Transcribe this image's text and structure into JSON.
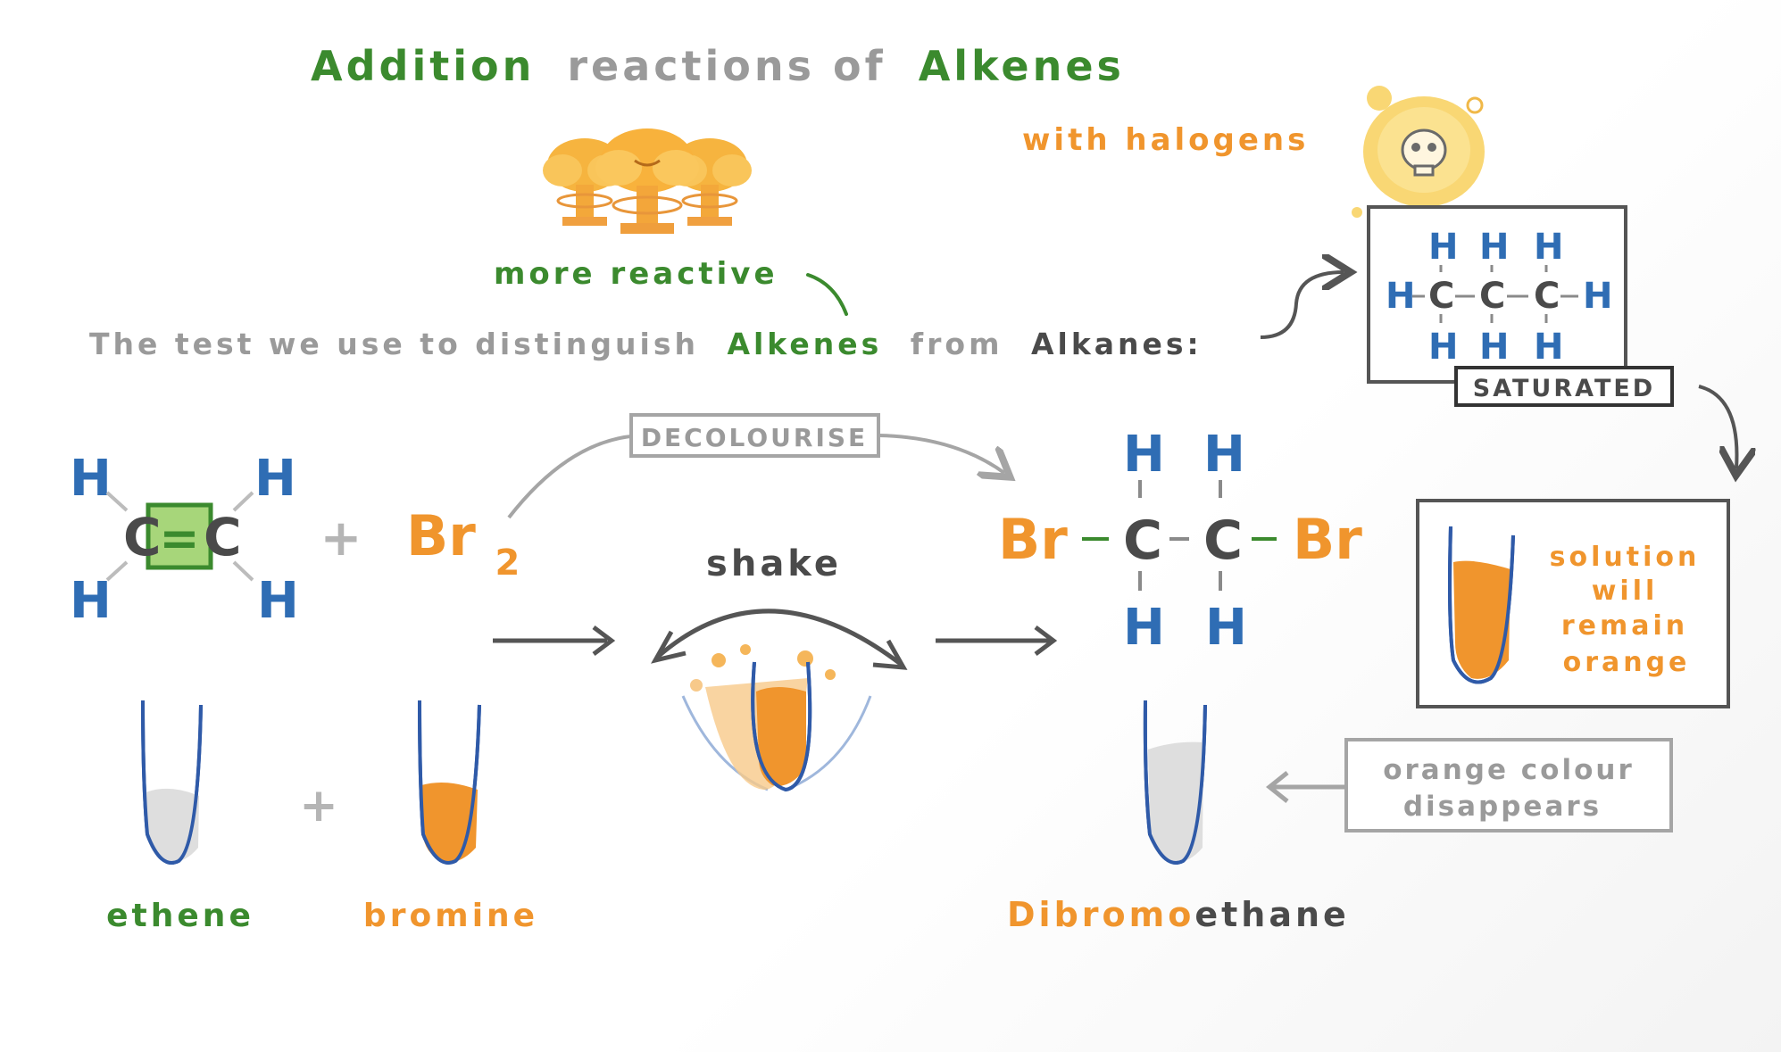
{
  "title": {
    "part1": "Addition",
    "part2": "reactions of",
    "part3": "Alkenes"
  },
  "more_reactive": "more reactive",
  "with_halogens": "with halogens",
  "test_sentence": {
    "part1": "The test we use to distinguish",
    "part2": "Alkenes",
    "part3": "from",
    "part4": "Alkanes:"
  },
  "alkane": {
    "atoms": {
      "h": "H",
      "c": "C"
    },
    "badge": "SATURATED"
  },
  "solution_box": {
    "line1": "solution",
    "line2": "will",
    "line3": "remain",
    "line4": "orange"
  },
  "ethene": {
    "h": "H",
    "c": "C",
    "bond": "="
  },
  "plus": "+",
  "bromine_formula": {
    "symbol": "Br",
    "subscript": "2"
  },
  "decolourise": "DECOLOURISE",
  "shake": "shake",
  "product": {
    "br": "Br",
    "c": "C",
    "h": "H"
  },
  "labels": {
    "ethene": "ethene",
    "bromine": "bromine",
    "product_part1": "Dibromo",
    "product_part2": "ethane"
  },
  "orange_box": {
    "line1": "orange colour",
    "line2": "disappears"
  },
  "colors": {
    "green": "#3b8a2e",
    "orange": "#f0952d",
    "blue": "#2f6db4",
    "grey": "#9a9a9a",
    "dark": "#4a4a4a"
  }
}
